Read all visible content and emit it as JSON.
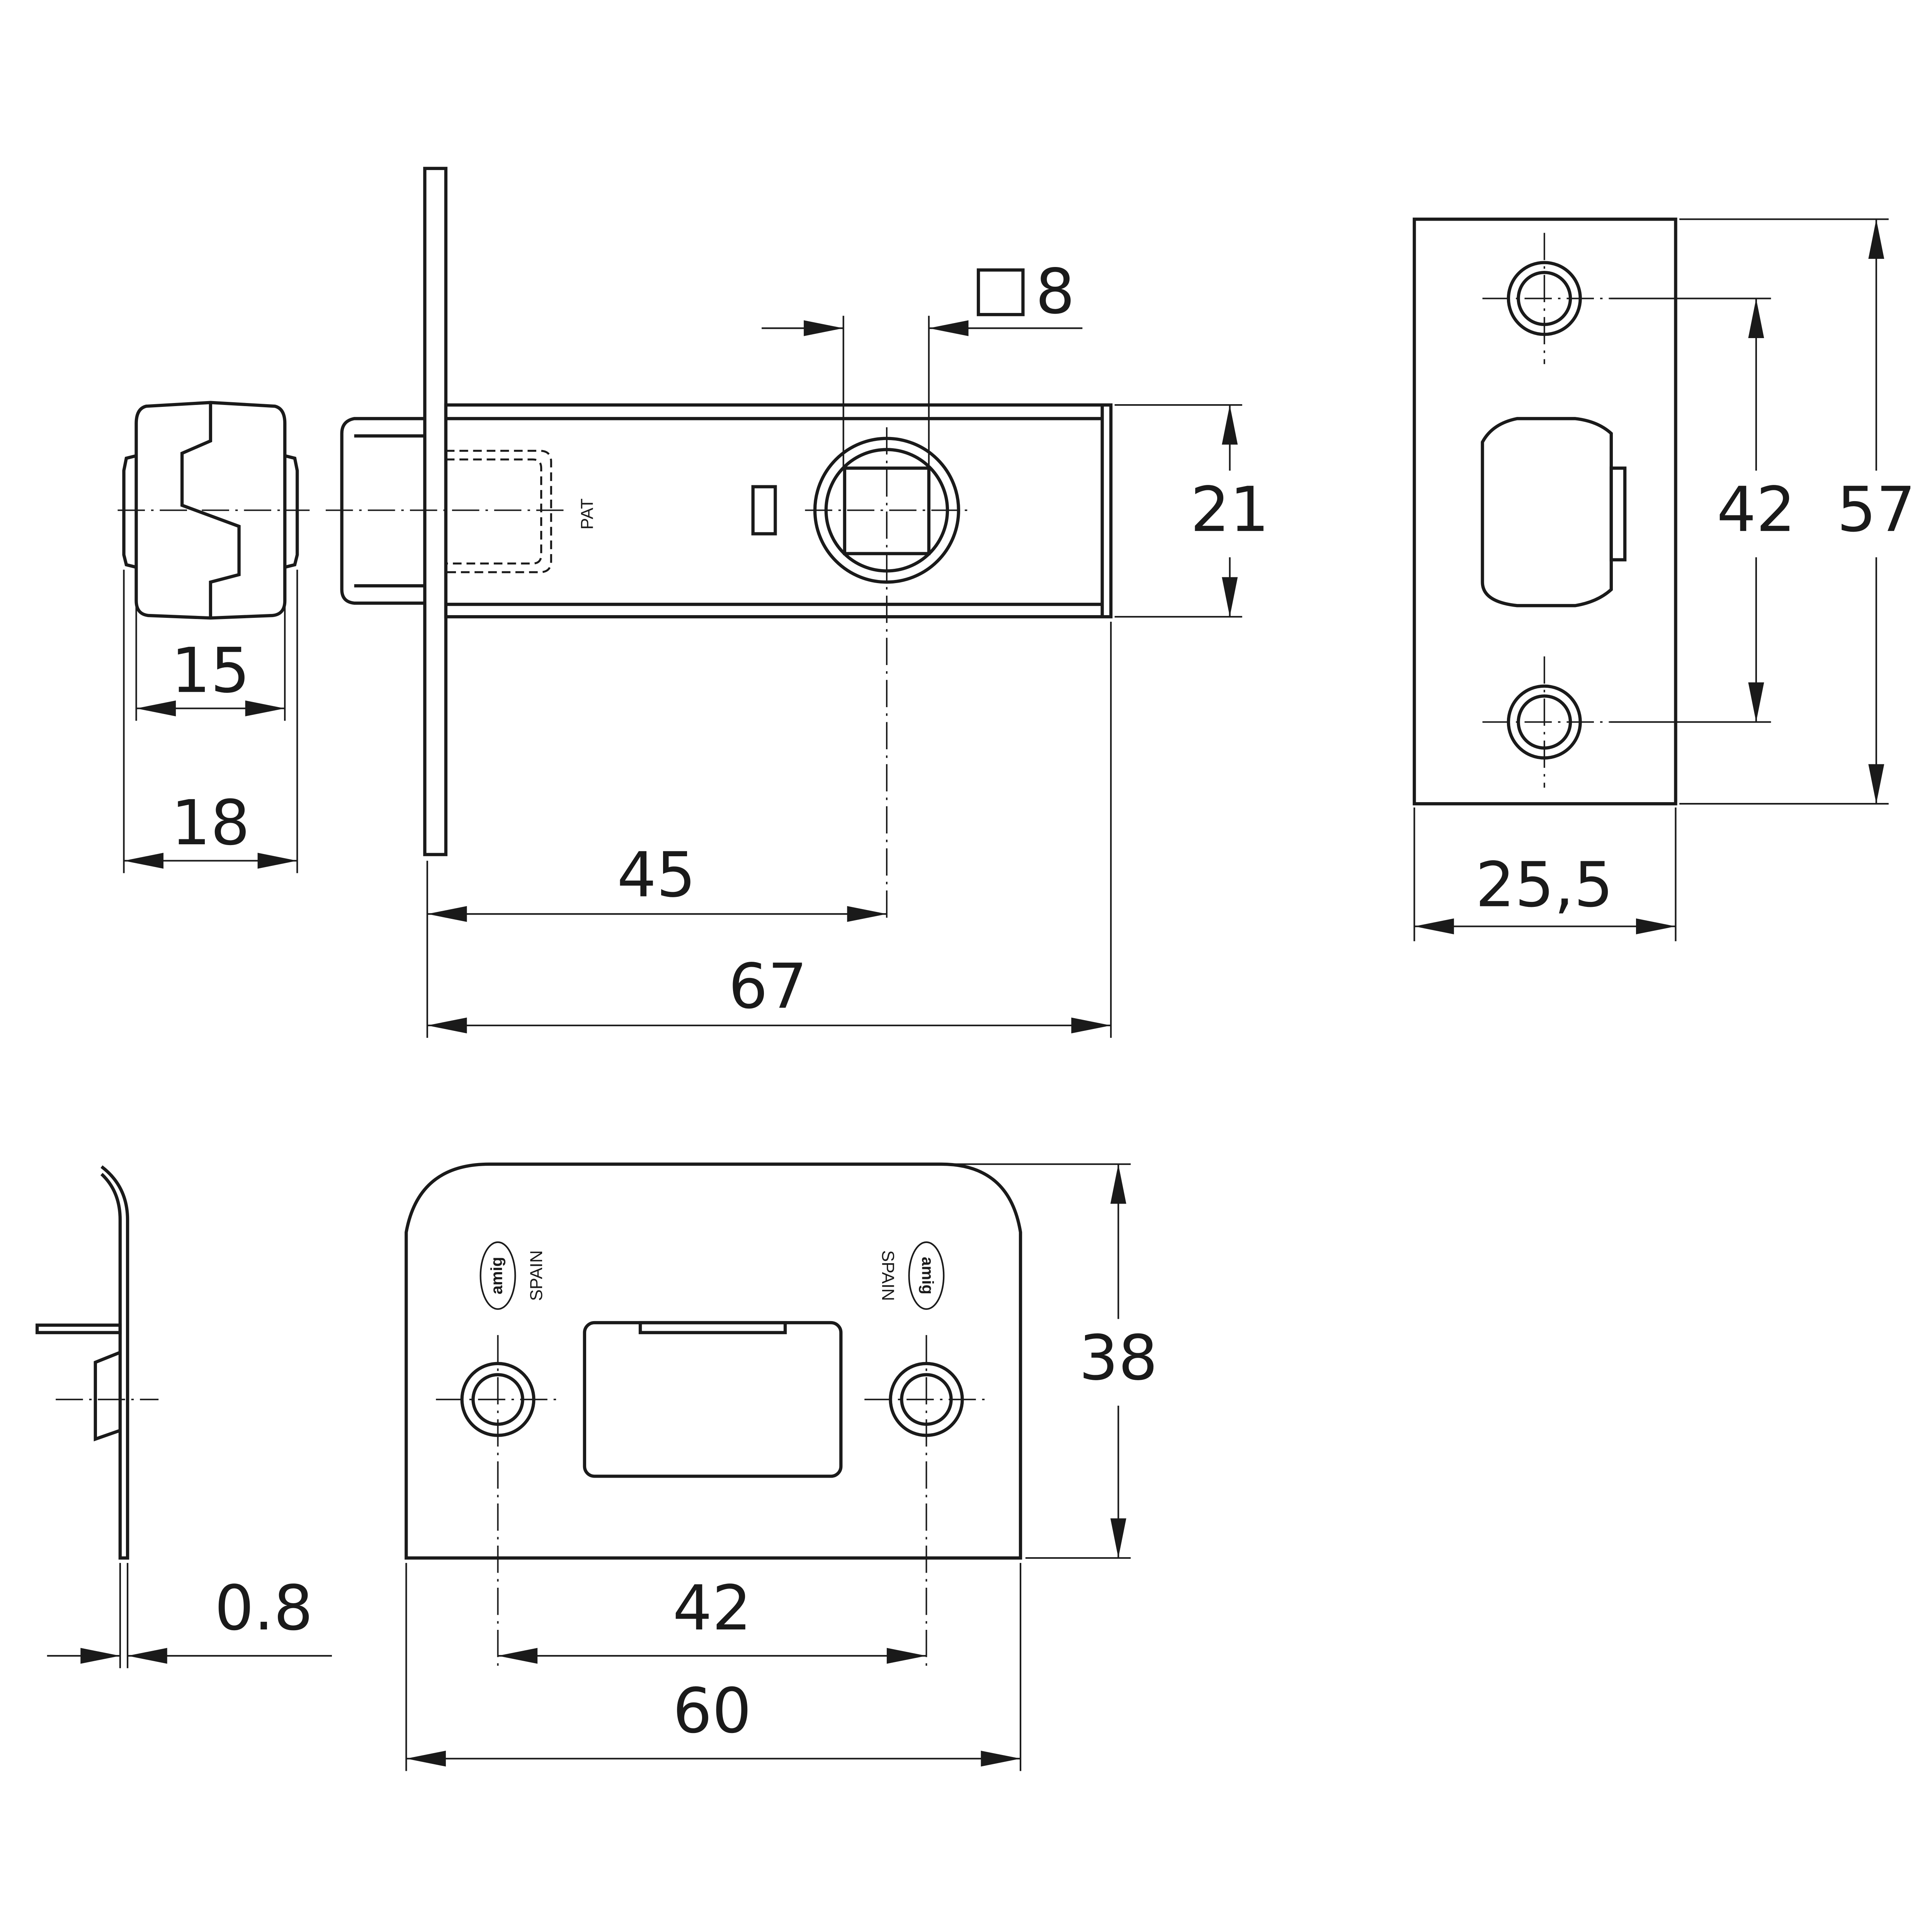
{
  "drawing": {
    "stroke_color": "#1a1a1a",
    "background": "#ffffff",
    "latch_body": {
      "marking": "PAT",
      "dimensions": {
        "spindle_square": "8",
        "square_symbol": "square",
        "height": "21",
        "bolt_width": "15",
        "bolt_outer_width": "18",
        "backset": "45",
        "length": "67"
      }
    },
    "faceplate": {
      "dimensions": {
        "hole_spacing": "42",
        "height": "57",
        "width": "25,5"
      }
    },
    "strike_plate": {
      "marking": "SPAIN",
      "logo_text": "amig",
      "dimensions": {
        "height": "38",
        "hole_spacing": "42",
        "width": "60",
        "thickness": "0.8"
      }
    }
  }
}
